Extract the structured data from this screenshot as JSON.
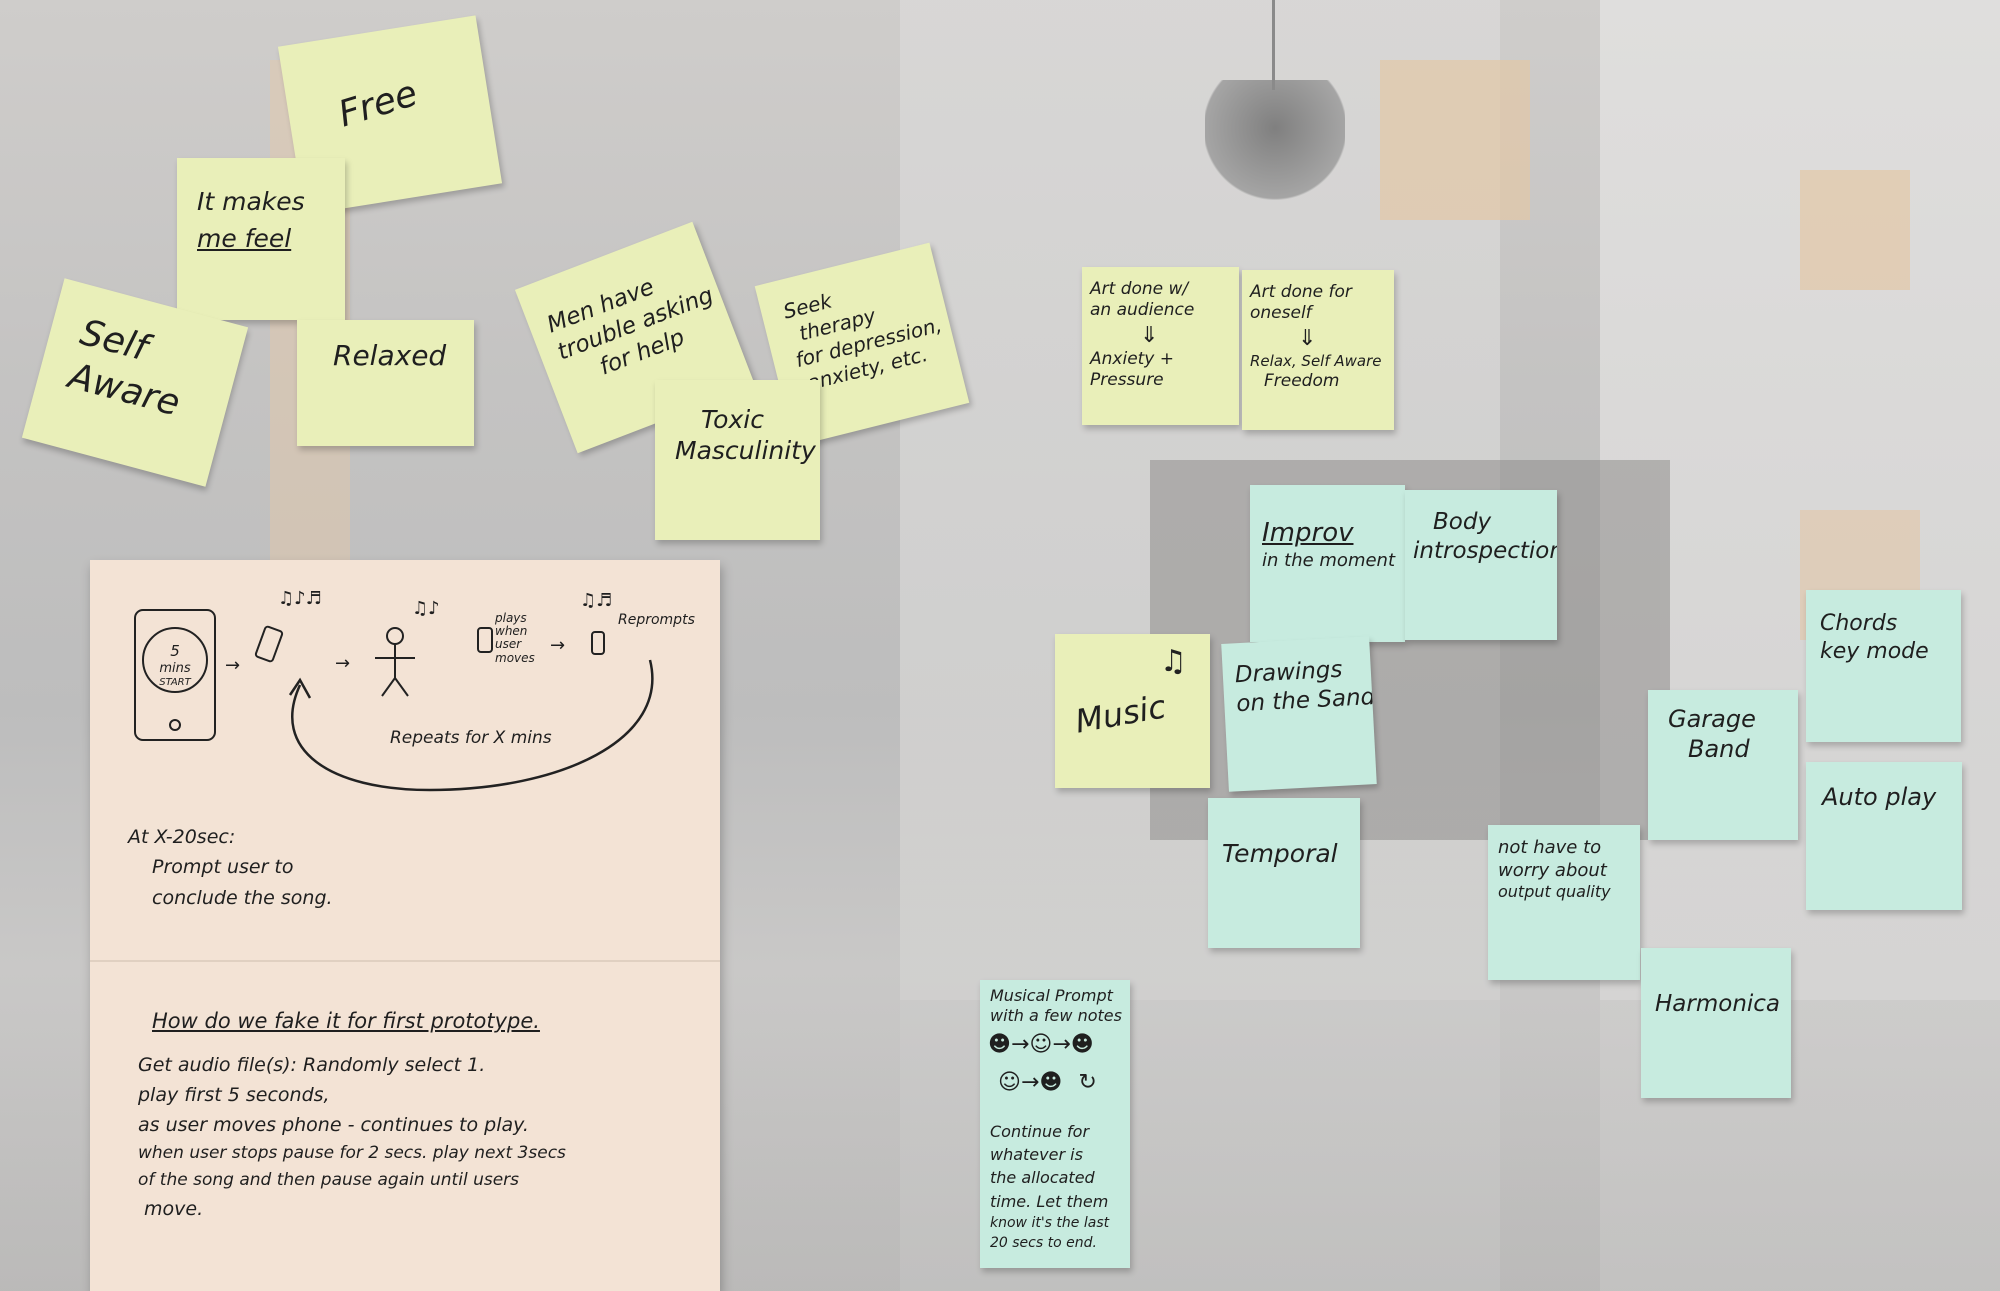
{
  "notes": {
    "free": "Free",
    "feel_1": "It makes",
    "feel_2": "me feel",
    "self_aware_1": "Self",
    "self_aware_2": "Aware",
    "relaxed": "Relaxed",
    "men_1": "Men have",
    "men_2": "trouble asking",
    "men_3": "for help",
    "seek_1": "Seek",
    "seek_2": "therapy",
    "seek_3": "for depression,",
    "seek_4": "anxiety, etc.",
    "toxic_1": "Toxic",
    "toxic_2": "Masculinity",
    "audience_1": "Art done w/",
    "audience_2": "an audience",
    "audience_3": "Anxiety +",
    "audience_4": "Pressure",
    "oneself_1": "Art done for",
    "oneself_2": "oneself",
    "oneself_3": "Relax, Self Aware",
    "oneself_4": "Freedom",
    "improv_1": "Improv",
    "improv_2": "in the moment",
    "body_1": "Body",
    "body_2": "introspection",
    "music": "Music",
    "drawings_1": "Drawings",
    "drawings_2": "on the Sand",
    "temporal": "Temporal",
    "garage_1": "Garage",
    "garage_2": "Band",
    "chords_1": "Chords",
    "chords_2": "key mode",
    "autoplay": "Auto play",
    "output_1": "not have to",
    "output_2": "worry about",
    "output_3": "output quality",
    "harmonica": "Harmonica",
    "prompt_1": "Musical Prompt",
    "prompt_2": "with a few notes",
    "prompt_3": "Continue for",
    "prompt_4": "whatever is",
    "prompt_5": "the allocated",
    "prompt_6": "time. Let them",
    "prompt_7": "know it's the last",
    "prompt_8": "20 secs to end."
  },
  "storyboard": {
    "phone_time": "5",
    "phone_unit": "mins",
    "phone_start": "START",
    "plays_1": "plays",
    "plays_2": "when",
    "plays_3": "user",
    "plays_4": "moves",
    "reprompts": "Reprompts",
    "repeats": "Repeats for X mins",
    "at_x": "At X-20sec:",
    "prompt_user_1": "Prompt user to",
    "prompt_user_2": "conclude the song.",
    "fake_title": "How do we fake it for first prototype.",
    "fake_1": "Get audio file(s): Randomly select 1.",
    "fake_2": "play first 5 seconds,",
    "fake_3": "as user moves phone - continues to play.",
    "fake_4": "when user stops pause for 2 secs. play next 3secs",
    "fake_5": "of the song and then pause again until users",
    "fake_6": "move."
  }
}
